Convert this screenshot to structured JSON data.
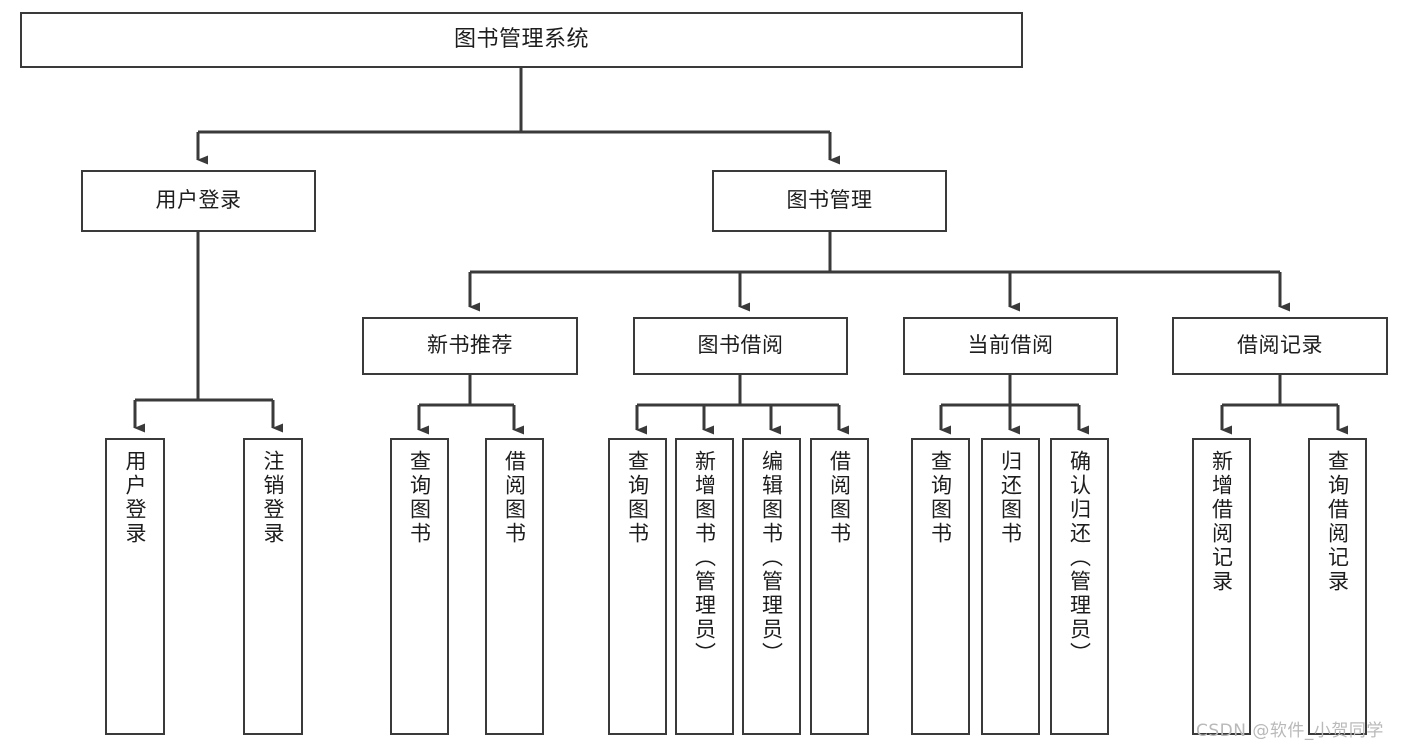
{
  "diagram": {
    "title": "图书管理系统",
    "type": "functional-structure-tree",
    "style": {
      "box_border_color": "#3a3a3a",
      "box_fill_color": "#ffffff",
      "edge_color": "#3a3a3a",
      "text_color": "#1d1d1d",
      "background": "#ffffff",
      "watermark_color": "#b9b9b9"
    },
    "root": {
      "label": "图书管理系统"
    },
    "level2": [
      {
        "label": "用户登录"
      },
      {
        "label": "图书管理"
      }
    ],
    "level3": [
      {
        "label": "新书推荐"
      },
      {
        "label": "图书借阅"
      },
      {
        "label": "当前借阅"
      },
      {
        "label": "借阅记录"
      }
    ],
    "leaves": {
      "user_login": [
        {
          "label": "用户登录"
        },
        {
          "label": "注销登录"
        }
      ],
      "new_book_recommend": [
        {
          "label": "查询图书"
        },
        {
          "label": "借阅图书"
        }
      ],
      "book_borrow": [
        {
          "label": "查询图书"
        },
        {
          "label": "新增图书（管理员）"
        },
        {
          "label": "编辑图书（管理员）"
        },
        {
          "label": "借阅图书"
        }
      ],
      "current_borrow": [
        {
          "label": "查询图书"
        },
        {
          "label": "归还图书"
        },
        {
          "label": "确认归还（管理员）"
        }
      ],
      "borrow_record": [
        {
          "label": "新增借阅记录"
        },
        {
          "label": "查询借阅记录"
        }
      ]
    },
    "watermark": "CSDN @软件_小贺同学"
  }
}
